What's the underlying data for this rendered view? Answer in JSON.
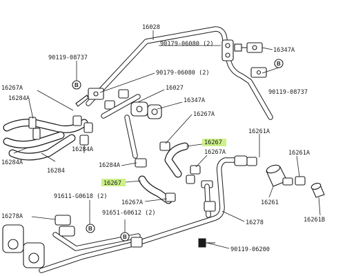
{
  "diagram": {
    "parts": {
      "p16028": "16028",
      "p90119_08737_left": "90119-08737",
      "p90179_06080_top": "90179-06080 (2)",
      "p90179_06080_mid": "90179-06080 (2)",
      "p16347A_top": "16347A",
      "p90119_08737_right": "90119-08737",
      "p16267A_left": "16267A",
      "p16027": "16027",
      "p16284A_left1": "16284A",
      "p16347A_mid": "16347A",
      "p16267A_mid": "16267A",
      "p16267_right": "16267",
      "p16261A_top": "16261A",
      "p16267A_right": "16267A",
      "p16261A_right": "16261A",
      "p16284A_left2": "16284A",
      "p16284A_bottomleft": "16284A",
      "p16284_left": "16284",
      "p16284A_center": "16284A",
      "p16267_left": "16267",
      "p91611_G0618": "91611-G0618 (2)",
      "p16267A_bottom": "16267A",
      "p16261": "16261",
      "p16261B": "16261B",
      "p16278A": "16278A",
      "p91651_60612": "91651-60612 (2)",
      "p16278": "16278",
      "p90119_06200": "90119-06200"
    },
    "callout": "B",
    "highlight_color": "#ccf08a"
  }
}
